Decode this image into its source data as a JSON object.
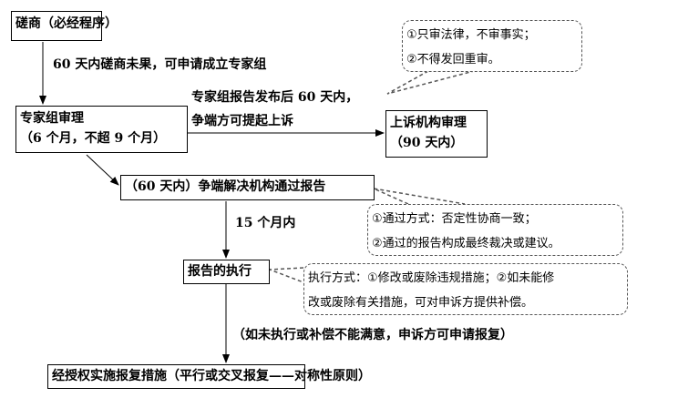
{
  "nodes": {
    "consultation": "磋商（必经程序）",
    "panel_line1": "专家组审理",
    "panel_line2": "（6 个月，不超 9 个月）",
    "appeal_line1": "上诉机构审理",
    "appeal_line2": "（90 天内）",
    "adoption": "（60 天内）争端解决机构通过报告",
    "implementation": "报告的执行",
    "retaliation": "经授权实施报复措施（平行或交叉报复——对称性原则）"
  },
  "edges": {
    "consult_to_panel": "60 天内磋商未果，可申请成立专家组",
    "panel_to_appeal_line1": "专家组报告发布后 60 天内，",
    "panel_to_appeal_line2": "争端方可提起上诉",
    "adoption_to_impl": "15 个月内",
    "impl_to_retaliation": "（如未执行或补偿不能满意，申诉方可申请报复）"
  },
  "notes": {
    "appeal": [
      "①只审法律，不审事实；",
      "②不得发回重审。"
    ],
    "adoption": [
      "①通过方式：否定性协商一致；",
      "②通过的报告构成最终裁决或建议。"
    ],
    "implementation": [
      "执行方式：①修改或废除违规措施；②如未能修",
      "改或废除有关措施，可对申诉方提供补偿。"
    ]
  }
}
